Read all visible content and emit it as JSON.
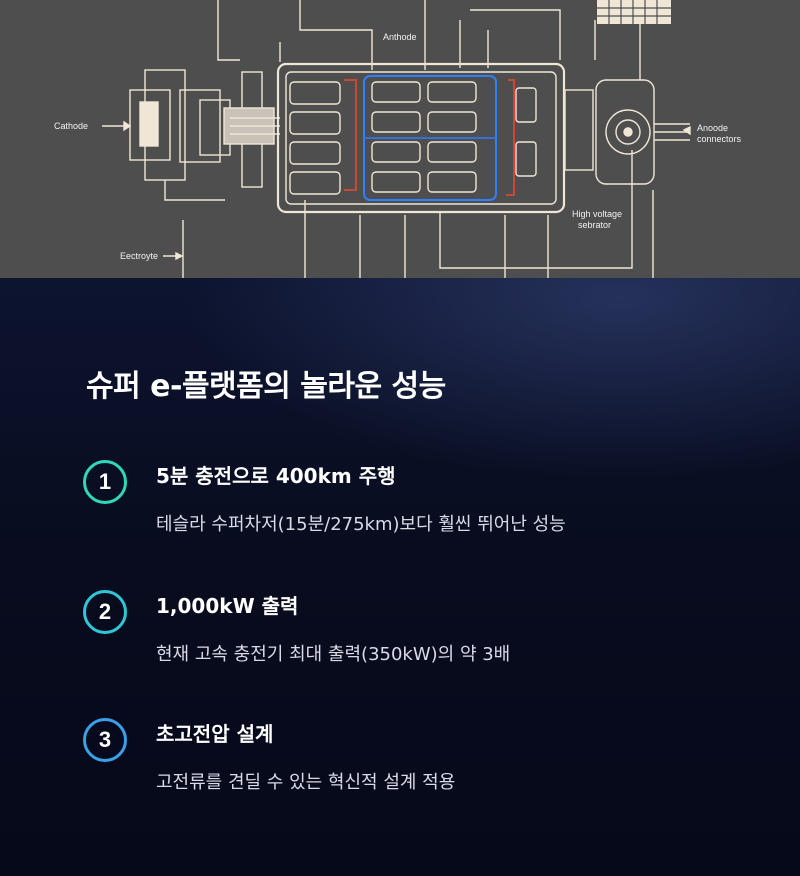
{
  "diagram": {
    "labels": {
      "anthode": "Anthode",
      "cathode": "Cathode",
      "anode_connectors_line1": "Anoode",
      "anode_connectors_line2": "connectors",
      "hv_separator_line1": "High voltage",
      "hv_separator_line2": "sebrator",
      "electrolyte": "Eectroyte"
    },
    "colors": {
      "background": "#4e4e4e",
      "line": "#efe6d6",
      "blue": "#2f7fff",
      "red": "#d94a2c"
    }
  },
  "section": {
    "title": "슈퍼 e-플랫폼의 놀라운 성능",
    "items": [
      {
        "number": "1",
        "title": "5분 충전으로 400km 주행",
        "desc": "테슬라 수퍼차저(15분/275km)보다 훨씬 뛰어난 성능",
        "color": "#2fd8b8"
      },
      {
        "number": "2",
        "title": "1,000kW 출력",
        "desc": "현재 고속 충전기 최대 출력(350kW)의 약 3배",
        "color": "#2fc7d8"
      },
      {
        "number": "3",
        "title": "초고전압 설계",
        "desc": "고전류를 견딜 수 있는 혁신적 설계 적용",
        "color": "#3aa0e8"
      }
    ]
  }
}
